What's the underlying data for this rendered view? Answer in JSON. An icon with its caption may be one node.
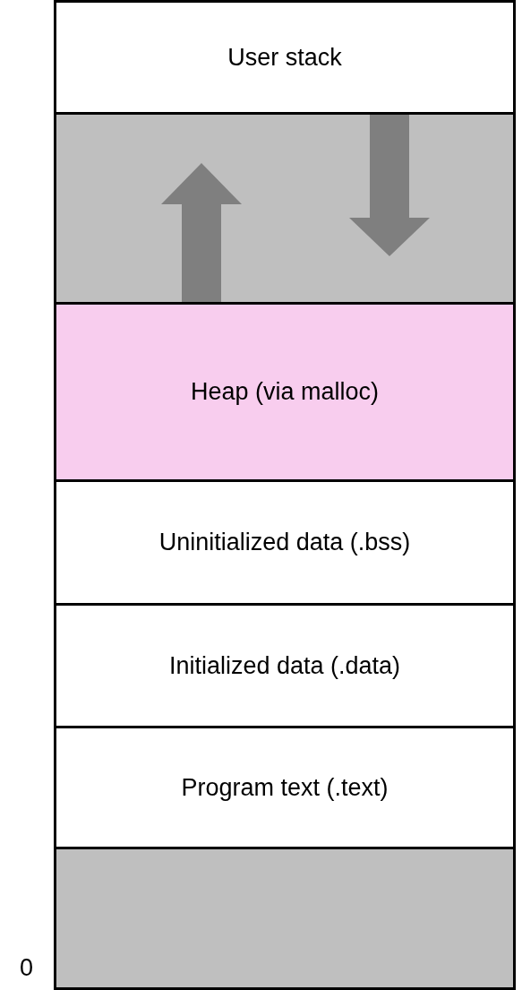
{
  "diagram": {
    "nodes": [
      {
        "text": [
          "User stack"
        ]
      },
      {
        "text": [],
        "shape": "box"
      },
      {
        "text": [
          "Heap (via malloc)"
        ]
      },
      {
        "text": [
          "Uninitialized data (.bss)"
        ]
      },
      {
        "text": [
          "Initialized data (.data)"
        ]
      },
      {
        "text": [
          "Program text (.text)"
        ]
      },
      {
        "text": [],
        "shape": "box"
      }
    ],
    "labels": [
      "0"
    ]
  }
}
